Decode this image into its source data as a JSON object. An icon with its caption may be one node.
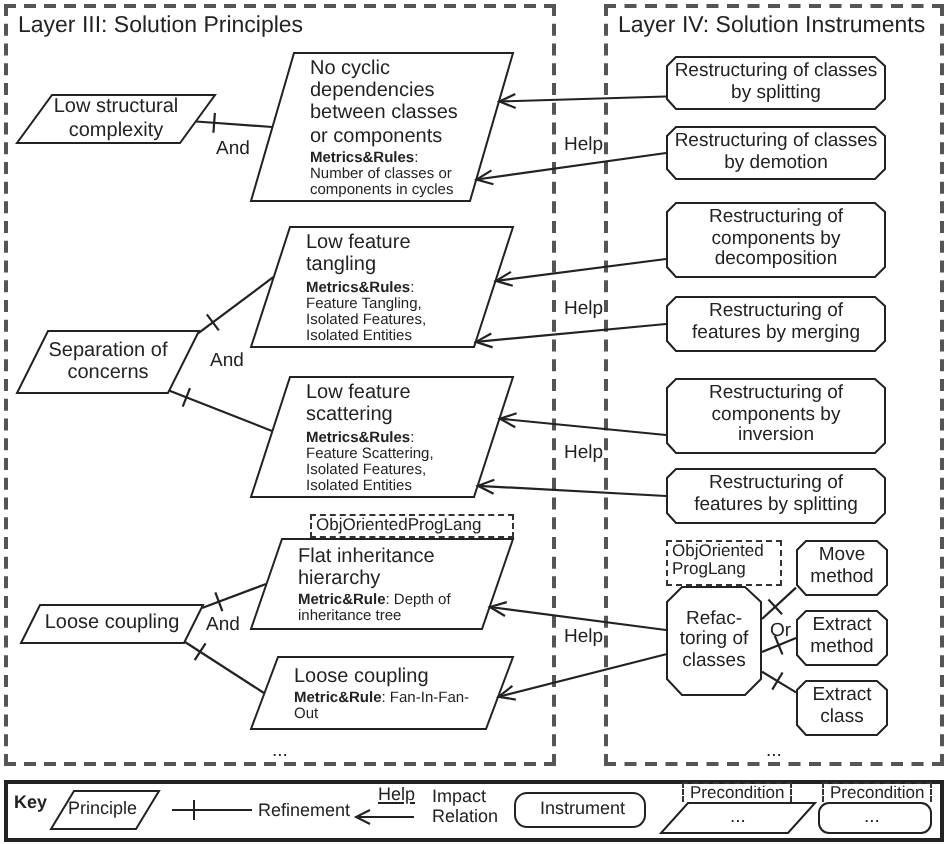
{
  "diagram": {
    "nodes": [
      {
        "text": [
          "Layer III: Solution Principles"
        ]
      },
      {
        "text": [
          "Layer IV: Solution Instruments"
        ]
      },
      {
        "text": [
          "Low structural complexity"
        ],
        "in": 0
      },
      {
        "text": [
          "No cyclic dependencies between classes or components",
          "**Metrics&Rules**: Number of classes or components in cycles"
        ],
        "in": 0
      },
      {
        "text": [
          "Low feature tangling",
          "**Metrics&Rules**: Feature Tangling, Isolated Features, Isolated Entities"
        ],
        "in": 0
      },
      {
        "text": [
          "Separation of concerns"
        ],
        "in": 0
      },
      {
        "text": [
          "Low feature scattering",
          "**Metrics&Rules**: Feature Scattering, Isolated Features, Isolated Entities"
        ],
        "in": 0
      },
      {
        "text": [
          "ObjOrientedProgLang"
        ],
        "in": 0
      },
      {
        "text": [
          "Flat inheritance hierarchy",
          "**Metric&Rule**: Depth of inheritance tree"
        ],
        "in": 0
      },
      {
        "text": [
          "Loose coupling"
        ],
        "in": 0
      },
      {
        "text": [
          "Loose coupling",
          "**Metric&Rule**: Fan-In-Fan-Out"
        ],
        "in": 0
      },
      {
        "text": [
          "Restructuring of classes by splitting"
        ],
        "in": 1
      },
      {
        "text": [
          "Restructuring of classes by demotion"
        ],
        "in": 1
      },
      {
        "text": [
          "Restructuring of components by decomposition"
        ],
        "in": 1
      },
      {
        "text": [
          "Restructuring of features by merging"
        ],
        "in": 1
      },
      {
        "text": [
          "Restructuring of components by inversion"
        ],
        "in": 1
      },
      {
        "text": [
          "Restructuring of features by splitting"
        ],
        "in": 1
      },
      {
        "text": [
          "ObjOriented ProgLang"
        ],
        "in": 1
      },
      {
        "text": [
          "Refac- toring of classes"
        ],
        "in": 1
      },
      {
        "text": [
          "Move method"
        ],
        "in": 1
      },
      {
        "text": [
          "Extract method"
        ],
        "in": 1
      },
      {
        "text": [
          "Extract class"
        ],
        "in": 1
      }
    ],
    "edges": [
      {
        "from": 2,
        "to": 3,
        "arrow": "other"
      },
      {
        "from": 5,
        "to": 4,
        "arrow": "other"
      },
      {
        "from": 5,
        "to": 6,
        "arrow": "other"
      },
      {
        "from": 9,
        "to": 8,
        "arrow": "other"
      },
      {
        "from": 9,
        "to": 10,
        "arrow": "other"
      },
      {
        "from": 18,
        "to": 19,
        "arrow": "other"
      },
      {
        "from": 18,
        "to": 20,
        "arrow": "other"
      },
      {
        "from": 18,
        "to": 21,
        "arrow": "other"
      },
      {
        "from": 11,
        "to": 3,
        "arrow": "to"
      },
      {
        "from": 12,
        "to": 3,
        "arrow": "to"
      },
      {
        "from": 13,
        "to": 4,
        "arrow": "to"
      },
      {
        "from": 14,
        "to": 4,
        "arrow": "to"
      },
      {
        "from": 15,
        "to": 6,
        "arrow": "to"
      },
      {
        "from": 16,
        "to": 6,
        "arrow": "to"
      },
      {
        "from": 18,
        "to": 8,
        "arrow": "to"
      },
      {
        "from": 18,
        "to": 10,
        "arrow": "to"
      }
    ],
    "labels": [
      "And",
      "Help",
      "And",
      "Help",
      "Help",
      "And",
      "Or",
      "Help",
      "...",
      "...",
      "Key",
      "Help",
      "...",
      "..."
    ],
    "legend": [
      {
        "text": "Principle"
      },
      {
        "text": "Refinement"
      },
      {
        "text": "Impact Relation"
      },
      {
        "text": "Instrument"
      },
      {
        "text": "Precondition"
      },
      {
        "text": "Precondition"
      }
    ]
  }
}
